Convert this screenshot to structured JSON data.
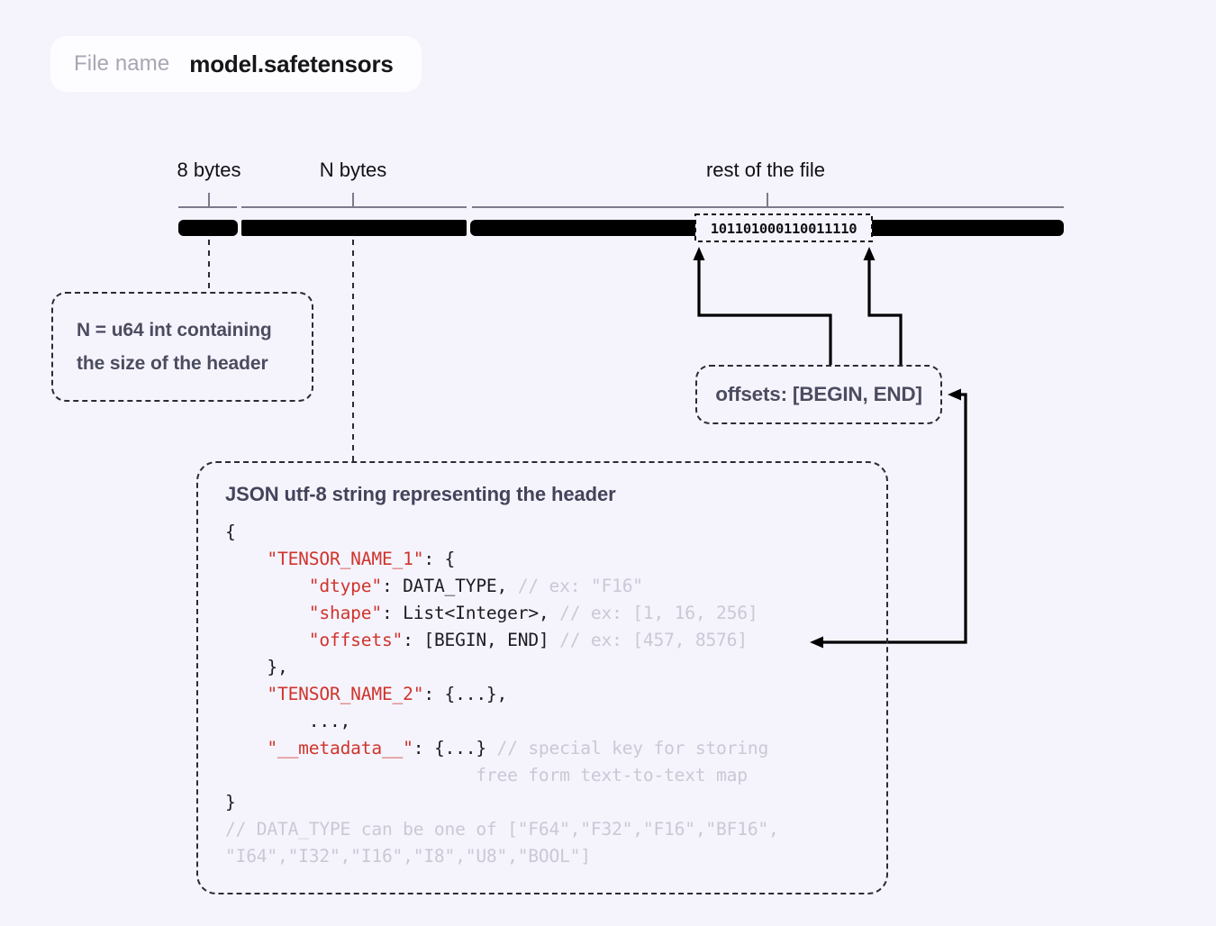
{
  "file_pill": {
    "label": "File name",
    "value": "model.safetensors"
  },
  "ruler": {
    "segments": [
      {
        "label": "8 bytes"
      },
      {
        "label": "N bytes"
      },
      {
        "label": "rest of the file"
      }
    ],
    "binary_sample": "101101000110011110"
  },
  "notes": {
    "n_header": {
      "line1": "N = u64 int containing",
      "line2": "the size of the header"
    },
    "offsets": "offsets: [BEGIN, END]"
  },
  "code": {
    "title": "JSON utf-8 string representing the header",
    "lines": [
      {
        "parts": [
          {
            "t": "{",
            "s": "p"
          }
        ]
      },
      {
        "parts": [
          {
            "t": "    ",
            "s": "p"
          },
          {
            "t": "\"TENSOR_NAME_1\"",
            "s": "k"
          },
          {
            "t": ": {",
            "s": "p"
          }
        ]
      },
      {
        "parts": [
          {
            "t": "        ",
            "s": "p"
          },
          {
            "t": "\"dtype\"",
            "s": "k"
          },
          {
            "t": ": DATA_TYPE, ",
            "s": "p"
          },
          {
            "t": "// ex: \"F16\"",
            "s": "c"
          }
        ]
      },
      {
        "parts": [
          {
            "t": "        ",
            "s": "p"
          },
          {
            "t": "\"shape\"",
            "s": "k"
          },
          {
            "t": ": List<Integer>, ",
            "s": "p"
          },
          {
            "t": "// ex: [1, 16, 256]",
            "s": "c"
          }
        ]
      },
      {
        "parts": [
          {
            "t": "        ",
            "s": "p"
          },
          {
            "t": "\"offsets\"",
            "s": "k"
          },
          {
            "t": ": [BEGIN, END] ",
            "s": "p"
          },
          {
            "t": "// ex: [457, 8576]",
            "s": "c"
          }
        ]
      },
      {
        "parts": [
          {
            "t": "    },",
            "s": "p"
          }
        ]
      },
      {
        "parts": [
          {
            "t": "    ",
            "s": "p"
          },
          {
            "t": "\"TENSOR_NAME_2\"",
            "s": "k"
          },
          {
            "t": ": {...},",
            "s": "p"
          }
        ]
      },
      {
        "parts": [
          {
            "t": "        ...,",
            "s": "p"
          }
        ]
      },
      {
        "parts": [
          {
            "t": "    ",
            "s": "p"
          },
          {
            "t": "\"__metadata__\"",
            "s": "k"
          },
          {
            "t": ": {...} ",
            "s": "p"
          },
          {
            "t": "// special key for storing",
            "s": "c"
          }
        ]
      },
      {
        "parts": [
          {
            "t": "                        ",
            "s": "p"
          },
          {
            "t": "free form text-to-text map",
            "s": "c"
          }
        ]
      },
      {
        "parts": [
          {
            "t": "}",
            "s": "p"
          }
        ]
      },
      {
        "parts": [
          {
            "t": "// DATA_TYPE can be one of [\"F64\",\"F32\",\"F16\",\"BF16\",",
            "s": "c"
          }
        ]
      },
      {
        "parts": [
          {
            "t": "\"I64\",\"I32\",\"I16\",\"I8\",\"U8\",\"BOOL\"]",
            "s": "c"
          }
        ]
      }
    ]
  },
  "colors": {
    "background": "#f5f4fd",
    "pill_background": "#fdfdff",
    "key_red": "#d0342c",
    "comment_gray": "#c9c9d6",
    "ink": "#101014",
    "note_text": "#4c4c60",
    "tick_gray": "#7b7b8b"
  }
}
